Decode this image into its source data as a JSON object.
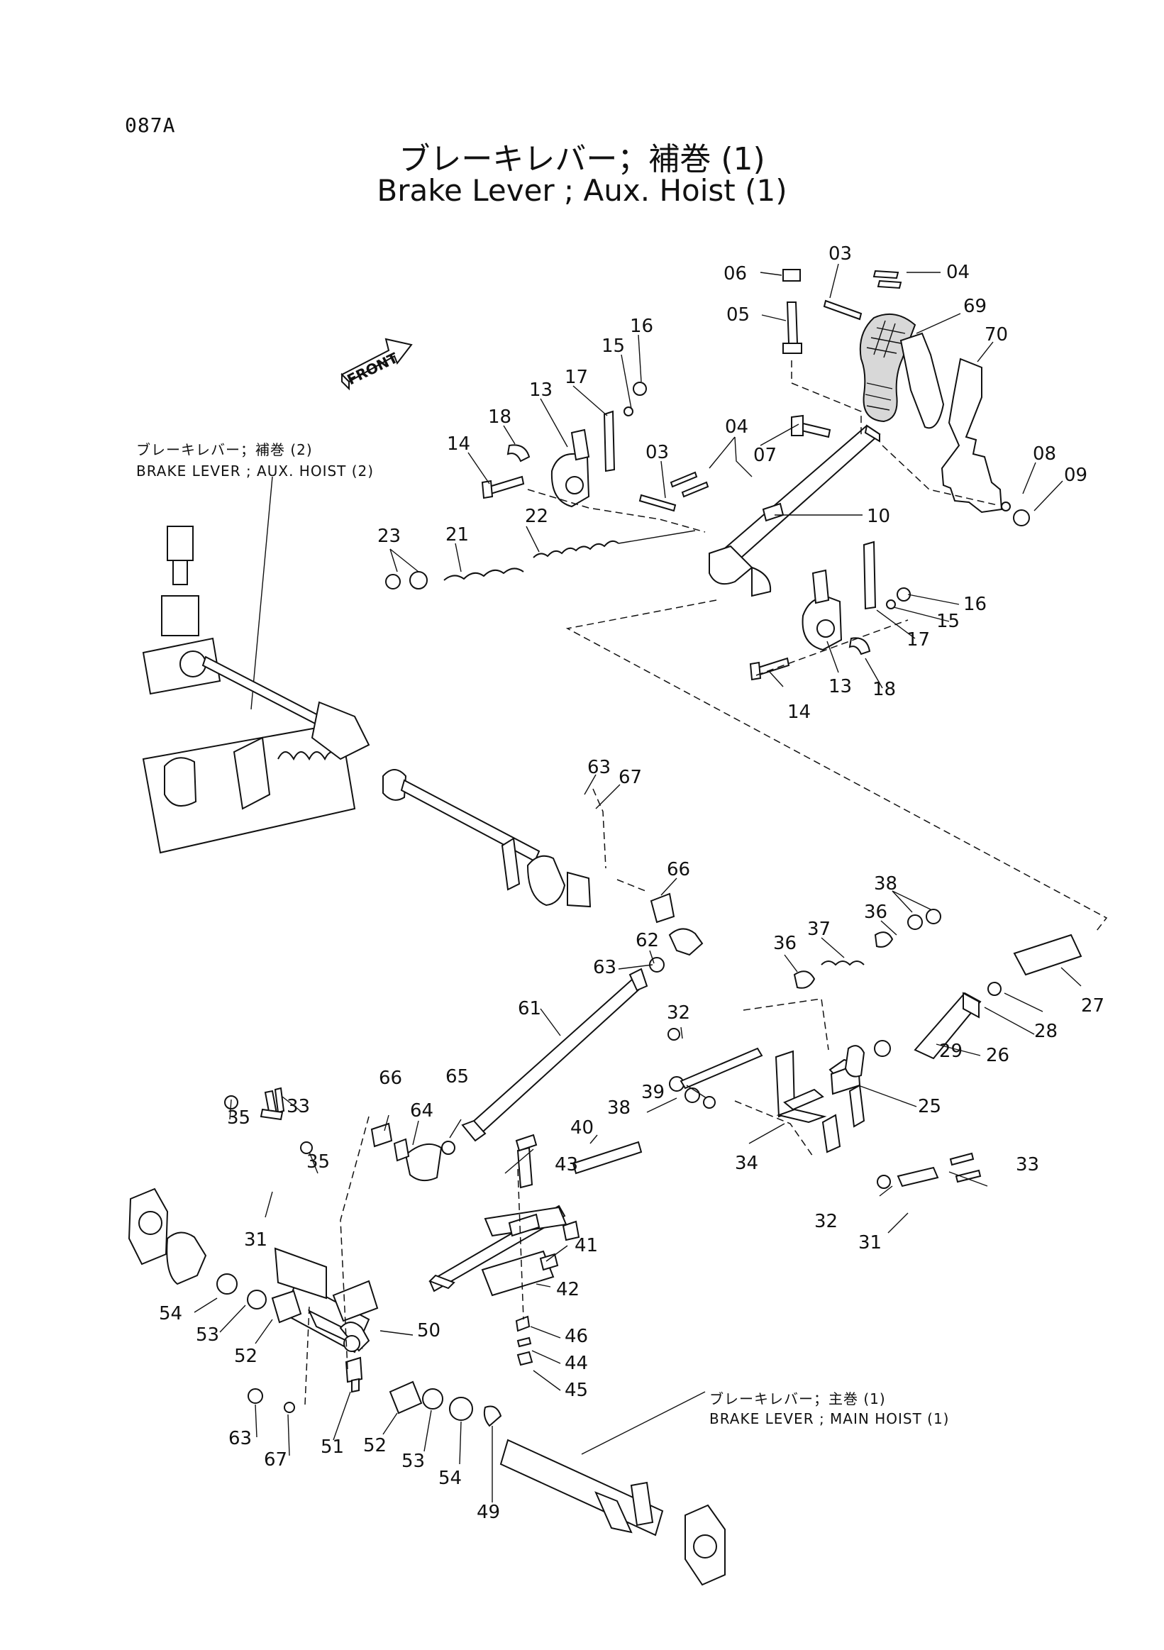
{
  "page_code": "087A",
  "title_jp": "ブレーキレバー；補巻 (1)",
  "title_en": "Brake Lever ; Aux. Hoist (1)",
  "front_label": "FRONT",
  "ref_aux2_jp": "ブレーキレバー；補巻 (2)",
  "ref_aux2_en": "BRAKE LEVER ; AUX. HOIST (2)",
  "ref_main1_jp": "ブレーキレバー；主巻 (1)",
  "ref_main1_en": "BRAKE LEVER ; MAIN HOIST (1)",
  "callouts": [
    "06",
    "03",
    "04",
    "05",
    "69",
    "70",
    "16",
    "15",
    "17",
    "13",
    "18",
    "14",
    "07",
    "04",
    "03",
    "08",
    "09",
    "10",
    "23",
    "21",
    "22",
    "16",
    "15",
    "17",
    "13",
    "18",
    "14",
    "63",
    "67",
    "66",
    "38",
    "36",
    "37",
    "36",
    "62",
    "63",
    "27",
    "28",
    "26",
    "29",
    "25",
    "61",
    "32",
    "39",
    "38",
    "40",
    "43",
    "65",
    "66",
    "64",
    "34",
    "33",
    "32",
    "31",
    "35",
    "33",
    "35",
    "31",
    "41",
    "42",
    "46",
    "44",
    "45",
    "54",
    "53",
    "52",
    "50",
    "63",
    "67",
    "51",
    "52",
    "53",
    "54",
    "49"
  ]
}
